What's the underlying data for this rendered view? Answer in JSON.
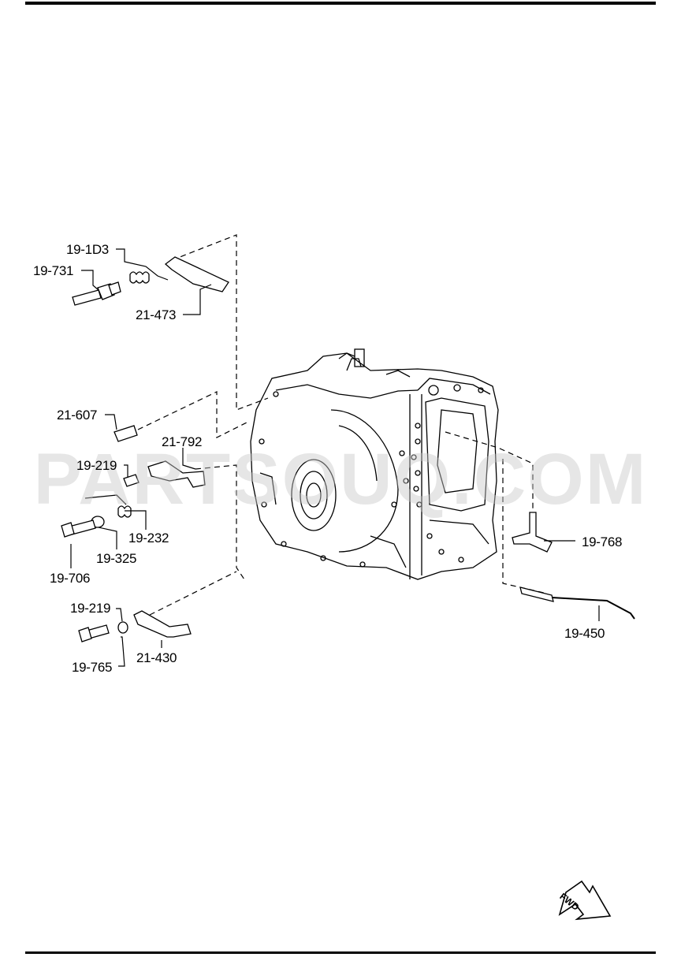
{
  "watermark": "PARTSOUQ.COM",
  "fwd_badge": "FWD",
  "parts": [
    {
      "id": "19-1D3"
    },
    {
      "id": "19-731"
    },
    {
      "id": "21-473"
    },
    {
      "id": "21-607"
    },
    {
      "id": "21-792"
    },
    {
      "id": "19-219"
    },
    {
      "id": "19-232"
    },
    {
      "id": "19-325"
    },
    {
      "id": "19-706"
    },
    {
      "id": "19-219"
    },
    {
      "id": "19-765"
    },
    {
      "id": "21-430"
    },
    {
      "id": "19-768"
    },
    {
      "id": "19-450"
    }
  ]
}
